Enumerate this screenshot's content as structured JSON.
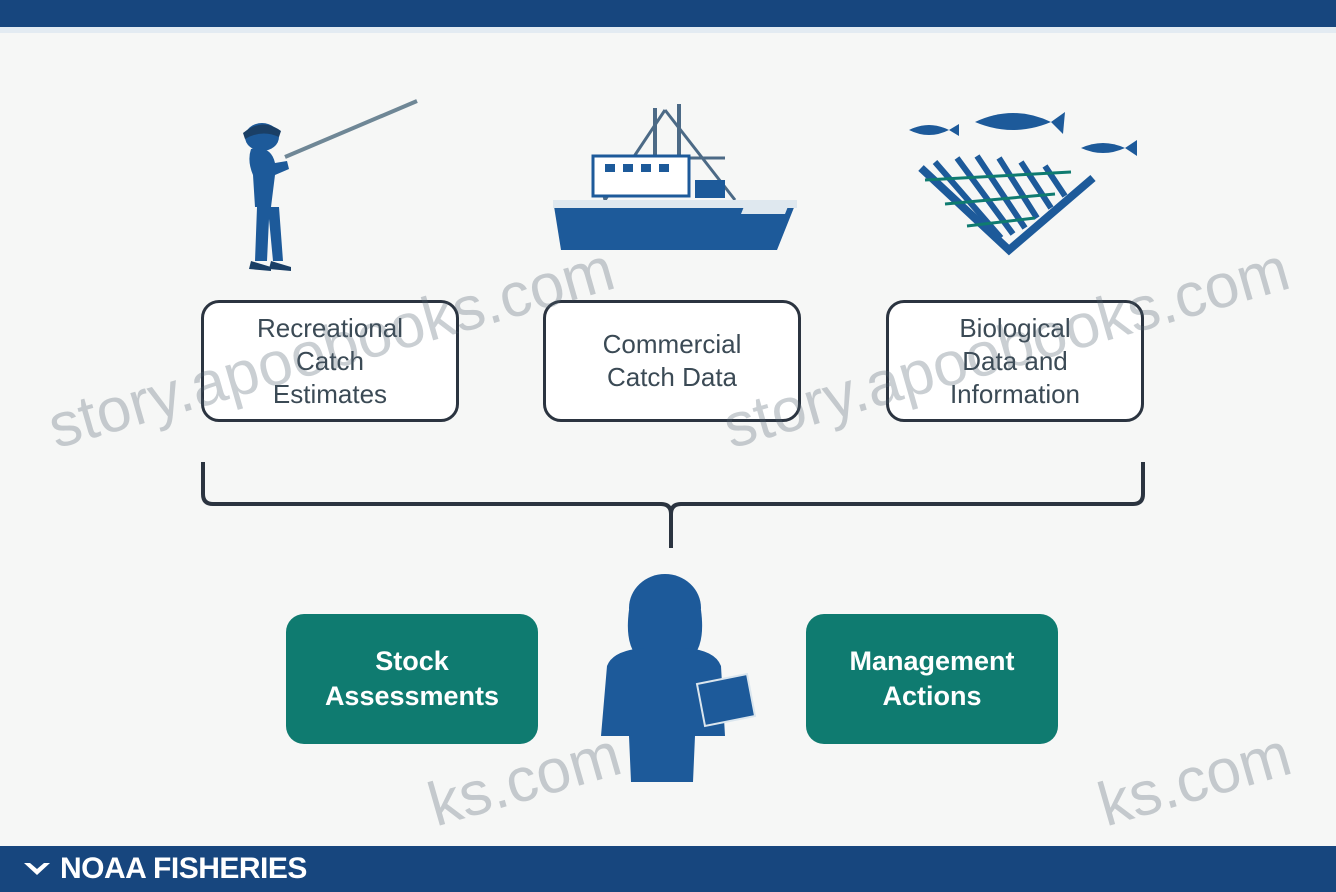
{
  "boxes": {
    "recreational": "Recreational\nCatch\nEstimates",
    "commercial": "Commercial\nCatch Data",
    "biological": "Biological\nData and\nInformation"
  },
  "outcomes": {
    "stock": "Stock\nAssessments",
    "management": "Management\nActions"
  },
  "footer": {
    "logo_text": "NOAA FISHERIES"
  },
  "watermarks": {
    "left": "story.apoobooks.com",
    "right": "story.apoobooks.com",
    "bottom_left": "ks.com",
    "bottom_right": "ks.com"
  },
  "colors": {
    "navy": "#17467e",
    "figure_blue": "#1d5a9a",
    "teal": "#0f7b70",
    "box_border": "#2b3440"
  }
}
